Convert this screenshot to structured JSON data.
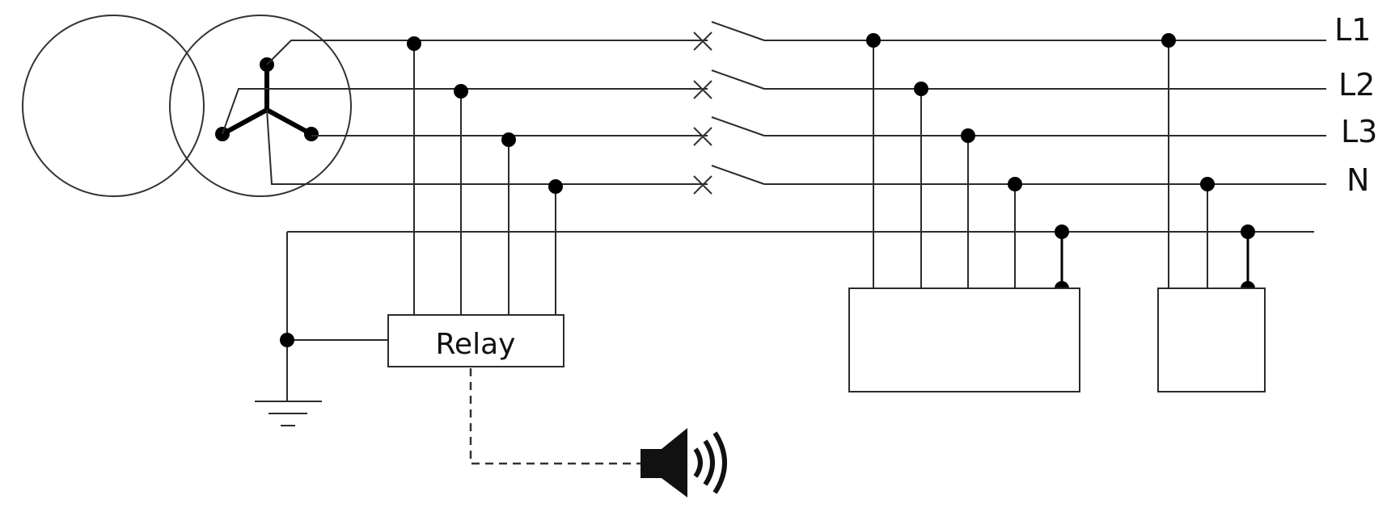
{
  "lines": {
    "l1": "L1",
    "l2": "L2",
    "l3": "L3",
    "n": "N"
  },
  "relay": {
    "label": "Relay"
  },
  "icons": {
    "speaker": "speaker-icon",
    "ground": "ground-icon",
    "transformer": "transformer-icon",
    "breaker": "circuit-breaker-icon"
  },
  "colors": {
    "line": "#2b2b2b",
    "background": "#ffffff"
  }
}
